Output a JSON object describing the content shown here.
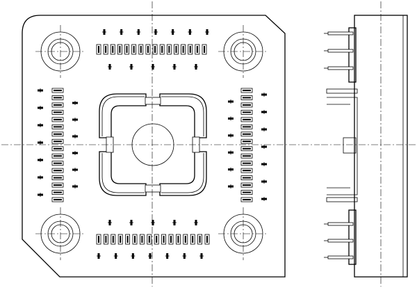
{
  "drawing": {
    "type": "mechanical-drawing",
    "views": [
      {
        "id": "top-view",
        "mounting_holes": 4,
        "cavity_quadrants": 4
      },
      {
        "id": "side-view",
        "pin_groups": 3
      }
    ],
    "pin_rows": {
      "top": {
        "socket_contacts": 16,
        "pcb_pins": 11
      },
      "bottom": {
        "socket_contacts": 16,
        "pcb_pins": 11
      },
      "left": {
        "socket_contacts": 16,
        "pcb_pins": 11
      },
      "right": {
        "socket_contacts": 16,
        "pcb_pins": 11
      }
    },
    "side_pin_leads": {
      "upper": 3,
      "middle": 1,
      "lower": 3
    },
    "colors": {
      "line": "#000000",
      "background": "#ffffff"
    },
    "text_labels": []
  }
}
